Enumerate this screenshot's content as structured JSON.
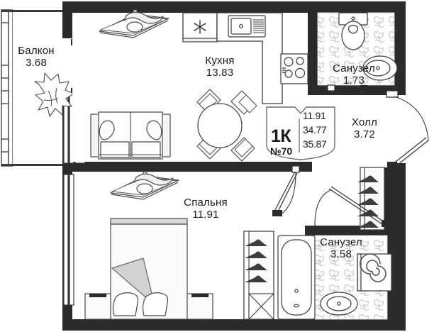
{
  "plan": {
    "type": "apartment-floor-plan",
    "unit_badge": {
      "rooms_label": "1К",
      "number_label": "№70",
      "area_living": "11.91",
      "area_total": "34.77",
      "area_with_balcony": "35.87"
    },
    "rooms": [
      {
        "id": "balcony",
        "name": "Балкон",
        "area": "3.68"
      },
      {
        "id": "kitchen",
        "name": "Кухня",
        "area": "13.83"
      },
      {
        "id": "wc-upper",
        "name": "Санузел",
        "area": "1.73"
      },
      {
        "id": "hall",
        "name": "Холл",
        "area": "3.72"
      },
      {
        "id": "bedroom",
        "name": "Спальня",
        "area": "11.91"
      },
      {
        "id": "wc-lower",
        "name": "Санузел",
        "area": "3.58"
      }
    ],
    "fixtures": [
      {
        "id": "refrigerator",
        "icon": "snowflake-icon",
        "room": "kitchen"
      },
      {
        "id": "kitchen-sink",
        "icon": "sink-icon",
        "room": "kitchen"
      },
      {
        "id": "cooktop",
        "icon": "four-burner-icon",
        "room": "kitchen"
      },
      {
        "id": "dining-table",
        "icon": "round-table-icon",
        "room": "kitchen"
      },
      {
        "id": "sofa",
        "icon": "two-seat-sofa-icon",
        "room": "kitchen"
      },
      {
        "id": "ceiling-fan-kitchen",
        "icon": "ceiling-fan-icon",
        "room": "kitchen"
      },
      {
        "id": "plant",
        "icon": "potted-plant-icon",
        "room": "balcony"
      },
      {
        "id": "toilet",
        "icon": "toilet-icon",
        "room": "wc-upper"
      },
      {
        "id": "washbasin",
        "icon": "washbasin-icon",
        "room": "wc-upper"
      },
      {
        "id": "hall-wardrobe",
        "icon": "hanger-rail-icon",
        "room": "hall"
      },
      {
        "id": "bed",
        "icon": "double-bed-icon",
        "room": "bedroom"
      },
      {
        "id": "nightstand-left",
        "icon": "nightstand-icon",
        "room": "bedroom"
      },
      {
        "id": "nightstand-right",
        "icon": "nightstand-icon",
        "room": "bedroom"
      },
      {
        "id": "ceiling-fan-bedroom",
        "icon": "ceiling-fan-icon",
        "room": "bedroom"
      },
      {
        "id": "bedroom-wardrobe",
        "icon": "hanger-rail-icon",
        "room": "bedroom"
      },
      {
        "id": "bathtub",
        "icon": "bathtub-icon",
        "room": "wc-lower"
      },
      {
        "id": "basin",
        "icon": "washbasin-icon",
        "room": "wc-lower"
      },
      {
        "id": "washing-machine",
        "icon": "spiral-icon",
        "room": "wc-lower"
      }
    ],
    "colors": {
      "wall": "#2b2b2b",
      "line": "#3a3a3a",
      "tile": "#cfcfcf",
      "fill_light": "#fbfbfb",
      "fill_grey": "#d3d3d3",
      "text": "#1a1a1a"
    }
  }
}
